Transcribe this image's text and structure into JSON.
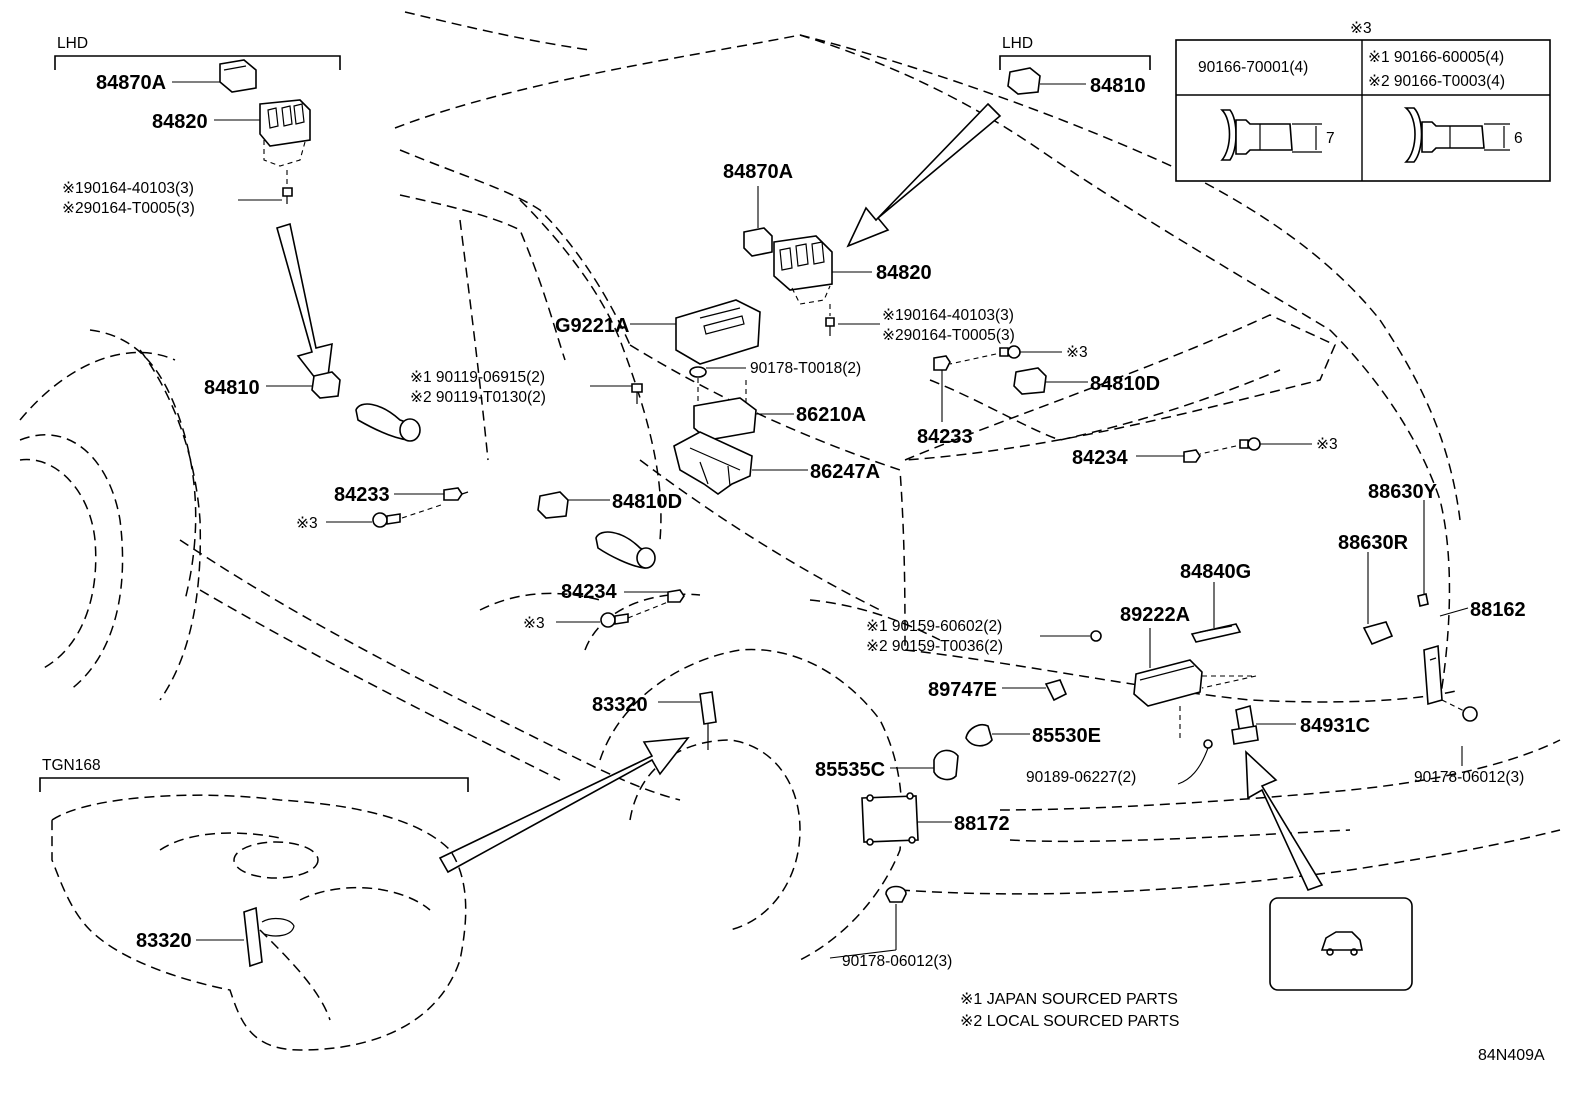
{
  "section_labels": {
    "lhd_left": "LHD",
    "lhd_right": "LHD",
    "tgn": "TGN168",
    "note3_header": "※3"
  },
  "labels": {
    "p84870A_left": "84870A",
    "p84820_left": "84820",
    "p190164_a_left": "※190164-40103(3)",
    "p290164_a_left": "※290164-T0005(3)",
    "p84810_left": "84810",
    "p90119_1": "※1 90119-06915(2)",
    "p90119_2": "※2 90119-T0130(2)",
    "p84233_left": "84233",
    "x3_left": "※3",
    "p84870A_mid": "84870A",
    "p84820_mid": "84820",
    "p190164_b": "※190164-40103(3)",
    "p290164_b": "※290164-T0005(3)",
    "pG9221A": "G9221A",
    "p90178_T0018": "90178-T0018(2)",
    "p86210A": "86210A",
    "p86247A": "86247A",
    "p84810D_mid": "84810D",
    "p84234_mid": "84234",
    "x3_mid": "※3",
    "p84810_right": "84810",
    "x3_top_right": "※3",
    "p84810D_right": "84810D",
    "p84233_right": "84233",
    "p84234_right": "84234",
    "x3_right": "※3",
    "p88630Y": "88630Y",
    "p88630R": "88630R",
    "p84840G": "84840G",
    "p89222A": "89222A",
    "p88162": "88162",
    "p90159_1": "※1 90159-60602(2)",
    "p90159_2": "※2 90159-T0036(2)",
    "p89747E": "89747E",
    "p85530E": "85530E",
    "p84931C": "84931C",
    "p83320_mid": "83320",
    "p85535C": "85535C",
    "p90189": "90189-06227(2)",
    "p90178_06012_right": "90178-06012(3)",
    "p88172": "88172",
    "p83320_tank": "83320",
    "p90178_06012_bottom": "90178-06012(3)"
  },
  "parts_table": {
    "col1_header": "90166-70001(4)",
    "col2_line1": "※1  90166-60005(4)",
    "col2_line2": "※2  90166-T0003(4)",
    "dim1": "7",
    "dim2": "6"
  },
  "notes": {
    "note1": "※1 JAPAN SOURCED PARTS",
    "note2": "※2 LOCAL SOURCED PARTS",
    "code": "84N409A"
  }
}
